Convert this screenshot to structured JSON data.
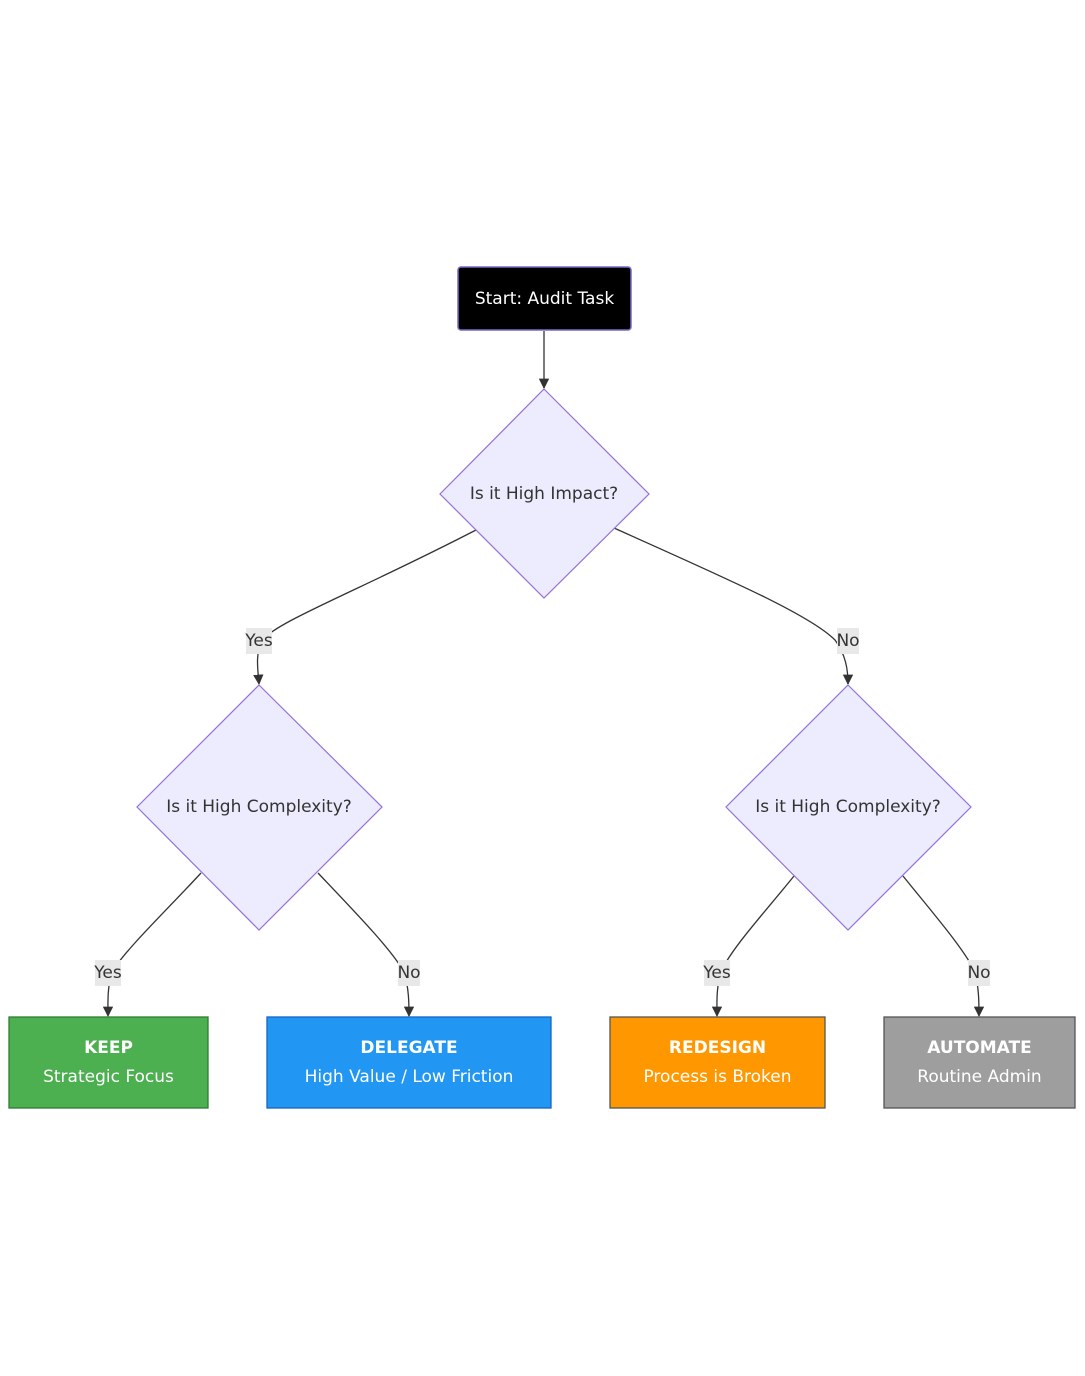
{
  "nodes": {
    "start": {
      "label": "Start: Audit Task",
      "fill": "#000000",
      "stroke": "#7b68c8",
      "text_color": "#ffffff"
    },
    "impact": {
      "label": "Is it High Impact?",
      "fill": "#ececfe",
      "stroke": "#9370db",
      "text_color": "#333333"
    },
    "complexity_left": {
      "label": "Is it High Complexity?",
      "fill": "#ececfe",
      "stroke": "#9370db",
      "text_color": "#333333"
    },
    "complexity_right": {
      "label": "Is it High Complexity?",
      "fill": "#ececfe",
      "stroke": "#9370db",
      "text_color": "#333333"
    },
    "keep": {
      "title": "KEEP",
      "subtitle": "Strategic Focus",
      "fill": "#4caf50",
      "stroke": "#2e7d32",
      "text_color": "#ffffff"
    },
    "delegate": {
      "title": "DELEGATE",
      "subtitle": "High Value / Low Friction",
      "fill": "#2196f3",
      "stroke": "#1565c0",
      "text_color": "#ffffff"
    },
    "redesign": {
      "title": "REDESIGN",
      "subtitle": "Process is Broken",
      "fill": "#ff9800",
      "stroke": "#555555",
      "text_color": "#ffffff"
    },
    "automate": {
      "title": "AUTOMATE",
      "subtitle": "Routine Admin",
      "fill": "#9e9e9e",
      "stroke": "#555555",
      "text_color": "#ffffff"
    }
  },
  "edges": {
    "impact_yes": "Yes",
    "impact_no": "No",
    "left_yes": "Yes",
    "left_no": "No",
    "right_yes": "Yes",
    "right_no": "No"
  }
}
